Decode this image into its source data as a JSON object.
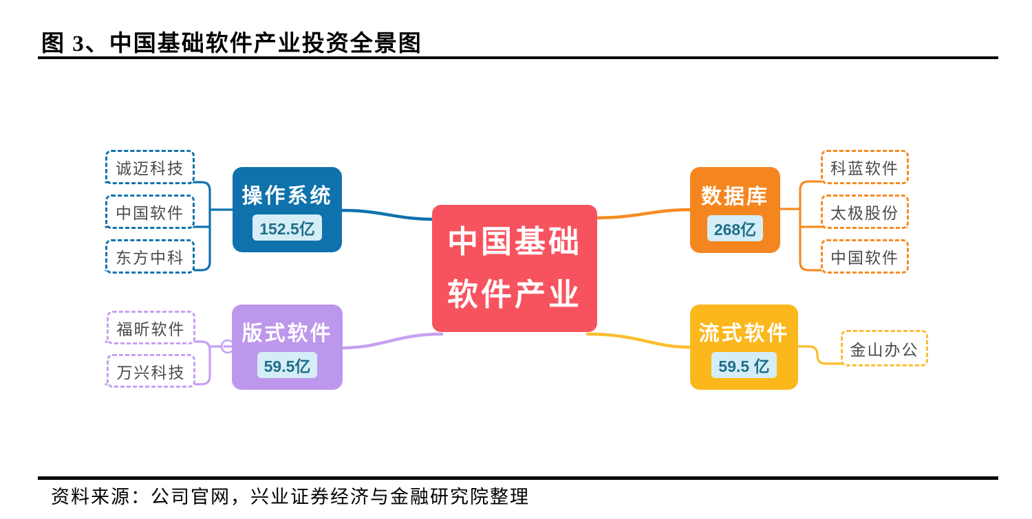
{
  "figure": {
    "title": "图 3、中国基础软件产业投资全景图",
    "source": "资料来源：公司官网，兴业证券经济与金融研究院整理"
  },
  "colors": {
    "rule": "#000000",
    "root_bg": "#f7535f",
    "badge_bg": "#d5edf7",
    "badge_text": "#1e6f88",
    "child_text": "#4a4a4a"
  },
  "mindmap": {
    "root": {
      "line1": "中国基础",
      "line2": "软件产业"
    },
    "branches": [
      {
        "label": "操作系统",
        "value": "152.5亿",
        "color": "#0f72ac",
        "line_color": "#0f72ac",
        "children": [
          "诚迈科技",
          "中国软件",
          "东方中科"
        ]
      },
      {
        "label": "数据库",
        "value": "268亿",
        "color": "#f5861f",
        "line_color": "#f68b22",
        "children": [
          "科蓝软件",
          "太极股份",
          "中国软件"
        ]
      },
      {
        "label": "版式软件",
        "value": "59.5亿",
        "color": "#bd97ec",
        "line_color": "#c5a1f1",
        "collapse_icon": "minus",
        "children": [
          "福昕软件",
          "万兴科技"
        ]
      },
      {
        "label": "流式软件",
        "value": "59.5 亿",
        "color": "#fbb71b",
        "line_color": "#fcbd2e",
        "children": [
          "金山办公"
        ]
      }
    ]
  }
}
